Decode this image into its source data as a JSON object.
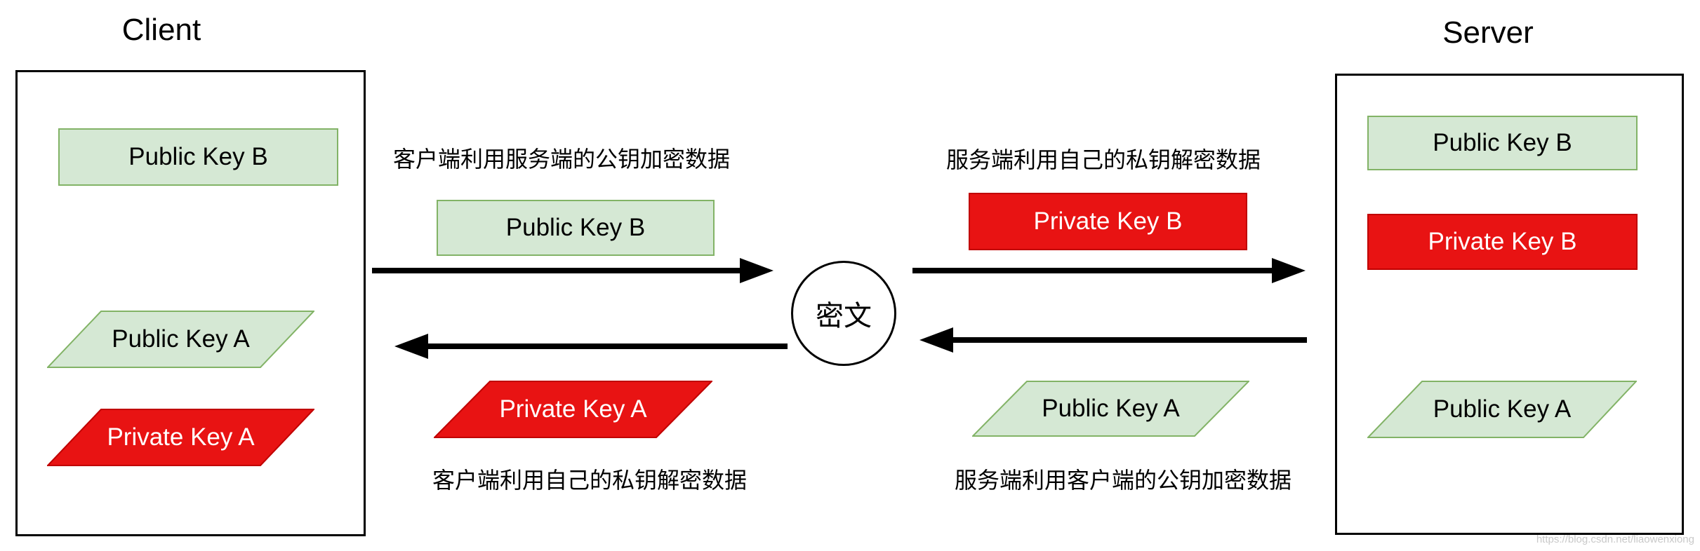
{
  "client": {
    "title": "Client",
    "public_key_b": "Public Key B",
    "public_key_a": "Public Key A",
    "private_key_a": "Private Key A"
  },
  "server": {
    "title": "Server",
    "public_key_b": "Public Key B",
    "private_key_b": "Private Key B",
    "public_key_a": "Public Key A"
  },
  "cipher": {
    "label": "密文"
  },
  "flow_top": {
    "client_caption": "客户端利用服务端的公钥加密数据",
    "client_key": "Public Key B",
    "server_caption": "服务端利用自己的私钥解密数据",
    "server_key": "Private Key B"
  },
  "flow_bottom": {
    "client_caption": "客户端利用自己的私钥解密数据",
    "client_key": "Private Key A",
    "server_caption": "服务端利用客户端的公钥加密数据",
    "server_key": "Public Key A"
  },
  "watermark": {
    "text": "https://blog.csdn.net/liaowenxiong"
  },
  "colors": {
    "public_key_fill": "#d5e8d4",
    "public_key_border": "#82b366",
    "private_key_fill": "#e81313",
    "private_key_border": "#c00000",
    "arrow": "#000000"
  }
}
